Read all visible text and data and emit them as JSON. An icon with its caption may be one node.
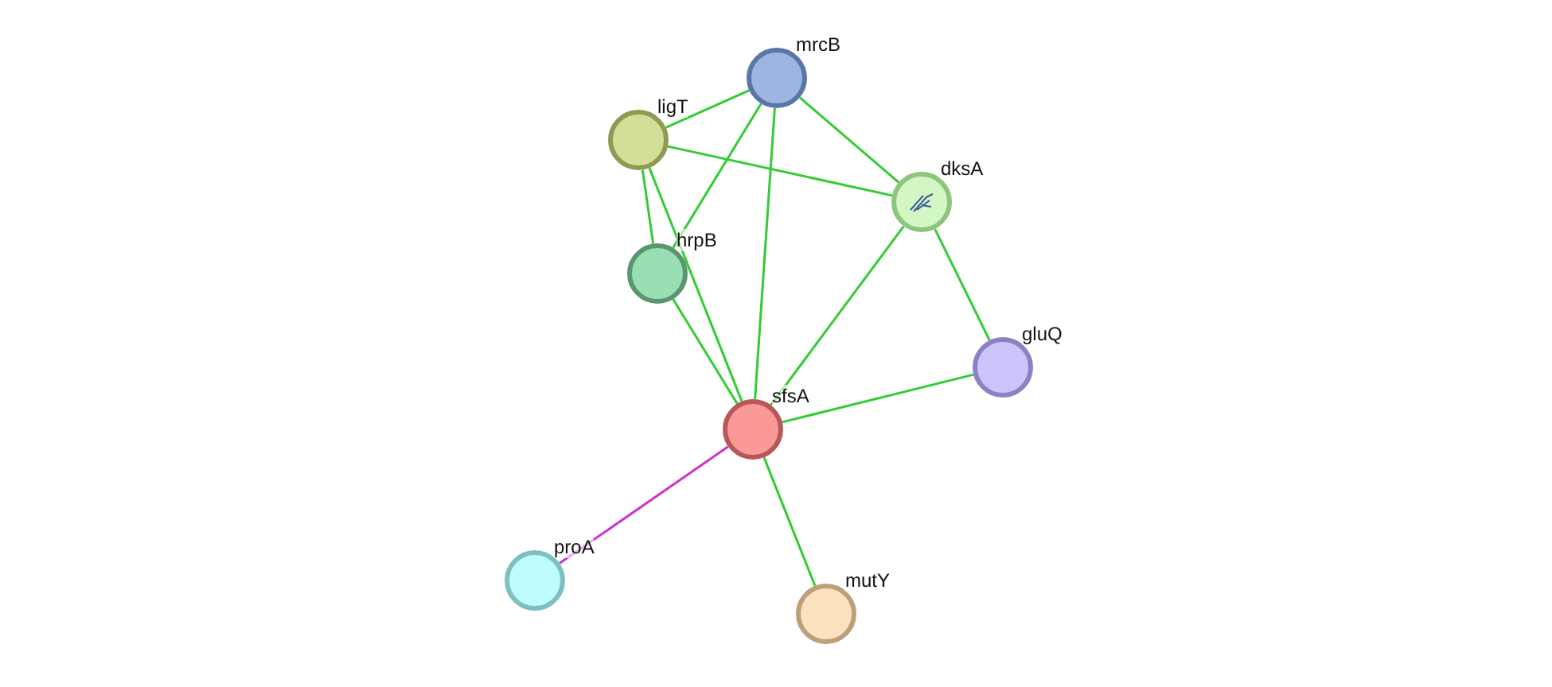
{
  "diagram": {
    "nodes": [
      {
        "text": [
          "mrcB"
        ]
      },
      {
        "text": [
          "ligT"
        ]
      },
      {
        "text": [
          "dksA"
        ]
      },
      {
        "text": [
          "hrpB"
        ]
      },
      {
        "text": [
          "gluQ"
        ]
      },
      {
        "text": [
          "sfsA"
        ]
      },
      {
        "text": [
          "proA"
        ]
      },
      {
        "text": [
          "mutY"
        ]
      }
    ],
    "edges": [
      {
        "from": 1,
        "to": 0,
        "arrow": "none"
      },
      {
        "from": 1,
        "to": 2,
        "arrow": "none"
      },
      {
        "from": 1,
        "to": 3,
        "arrow": "none"
      },
      {
        "from": 1,
        "to": 5,
        "arrow": "none"
      },
      {
        "from": 0,
        "to": 3,
        "arrow": "none"
      },
      {
        "from": 0,
        "to": 5,
        "arrow": "none"
      },
      {
        "from": 0,
        "to": 2,
        "arrow": "none"
      },
      {
        "from": 3,
        "to": 5,
        "arrow": "none"
      },
      {
        "from": 2,
        "to": 5,
        "arrow": "none"
      },
      {
        "from": 2,
        "to": 4,
        "arrow": "none"
      },
      {
        "from": 5,
        "to": 4,
        "arrow": "none"
      },
      {
        "from": 5,
        "to": 6,
        "arrow": "none",
        "color": "#cc33cc"
      },
      {
        "from": 5,
        "to": 7,
        "arrow": "none"
      }
    ]
  }
}
